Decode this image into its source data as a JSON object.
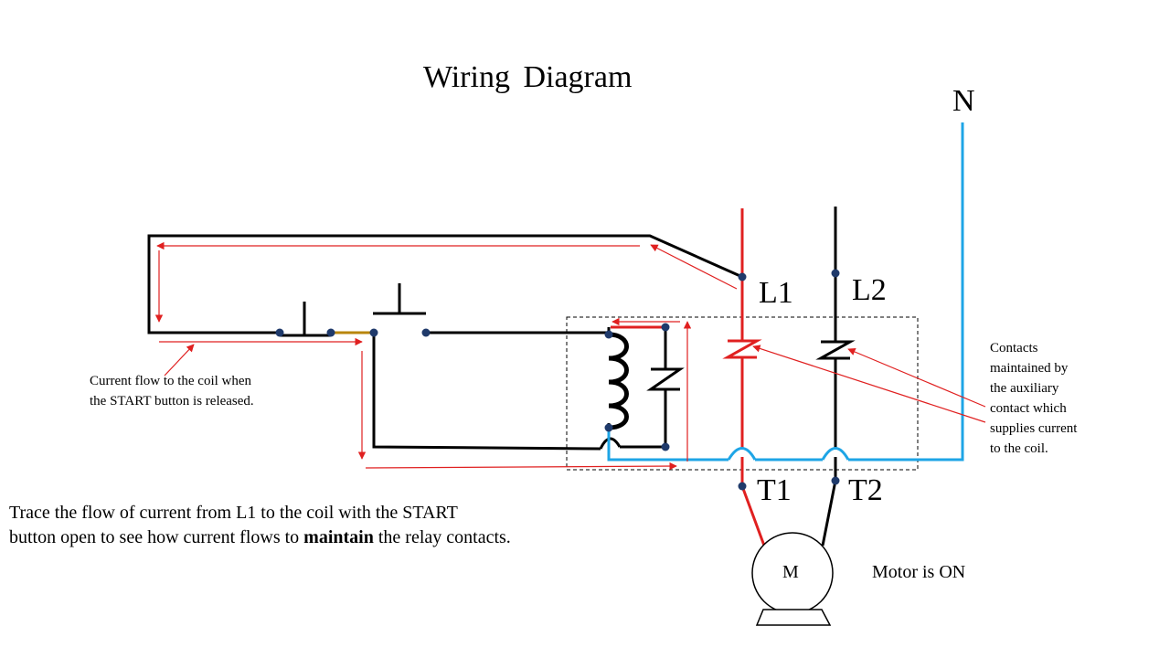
{
  "title": "Wiring Diagram",
  "labels": {
    "n": "N",
    "l1": "L1",
    "l2": "L2",
    "t1": "T1",
    "t2": "T2",
    "motor": "M",
    "motor_status": "Motor is ON"
  },
  "notes": {
    "coil_flow_line1": "Current flow to the coil when",
    "coil_flow_line2": "the START button is released.",
    "aux_contacts_lines": [
      "Contacts",
      "maintained by",
      "the auxiliary",
      "contact which",
      "supplies current",
      "to the coil."
    ]
  },
  "instruction": {
    "line1": "Trace the flow of current from L1 to the coil with the START",
    "line2_before": "button open to see how current flows to ",
    "line2_bold": "maintain",
    "line2_after": " the relay contacts."
  },
  "colors": {
    "wire": "#000000",
    "live_l1": "#e02020",
    "neutral": "#1ea5e6",
    "arrow": "#e02020",
    "junction": "#1f3a6b",
    "aux_link": "#b8860b"
  }
}
